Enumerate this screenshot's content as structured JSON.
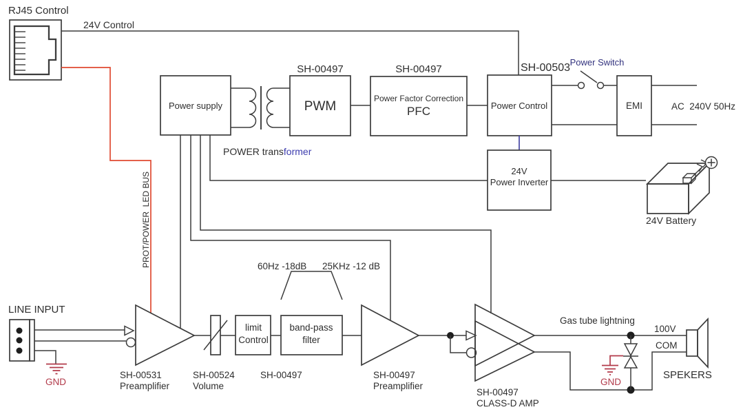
{
  "colors": {
    "line": "#3c3c3c",
    "bus_red": "#e04a31",
    "gnd_red": "#b23a4a",
    "control_blue": "#3b3b9e",
    "switch_navy": "#32327e",
    "transformer_blue": "#3c3cae"
  },
  "rj45": {
    "title": "RJ45 Control",
    "wire_label": "24V Control"
  },
  "power_supply": {
    "label": "Power supply"
  },
  "transformer": {
    "label_black": "POWER trans",
    "label_blue": "former"
  },
  "pwm": {
    "part": "SH-00497",
    "label": "PWM"
  },
  "pfc": {
    "part": "SH-00497",
    "line1": "Power Factor Correction",
    "line2": "PFC"
  },
  "power_control": {
    "part": "SH-00503",
    "label": "Power Control",
    "switch_label": "Power Switch"
  },
  "emi": {
    "label": "EMI",
    "ac_label": "AC  240V 50Hz"
  },
  "inverter": {
    "line1": "24V",
    "line2": "Power Inverter"
  },
  "battery": {
    "label": "24V Battery"
  },
  "bus": {
    "label": "PROT/POWER  LED BUS"
  },
  "line_input": {
    "label": "LINE INPUT",
    "gnd": "GND"
  },
  "preamp1": {
    "part": "SH-00531",
    "name": "Preamplifier"
  },
  "volume": {
    "part": "SH-00524",
    "name": "Volume"
  },
  "limit": {
    "part": "SH-00497",
    "line1": "limit",
    "line2": "Control"
  },
  "bandpass": {
    "line1": "band-pass",
    "line2": "filter",
    "freq_low": "60Hz -18dB",
    "freq_high": "25KHz -12 dB"
  },
  "preamp2": {
    "part": "SH-00497",
    "name": "Preamplifier"
  },
  "classd": {
    "part": "SH-00497",
    "name": "CLASS-D AMP"
  },
  "output": {
    "gas_tube": "Gas tube lightning",
    "hot": "100V",
    "com": "COM",
    "speakers": "SPEKERS",
    "gnd": "GND"
  }
}
